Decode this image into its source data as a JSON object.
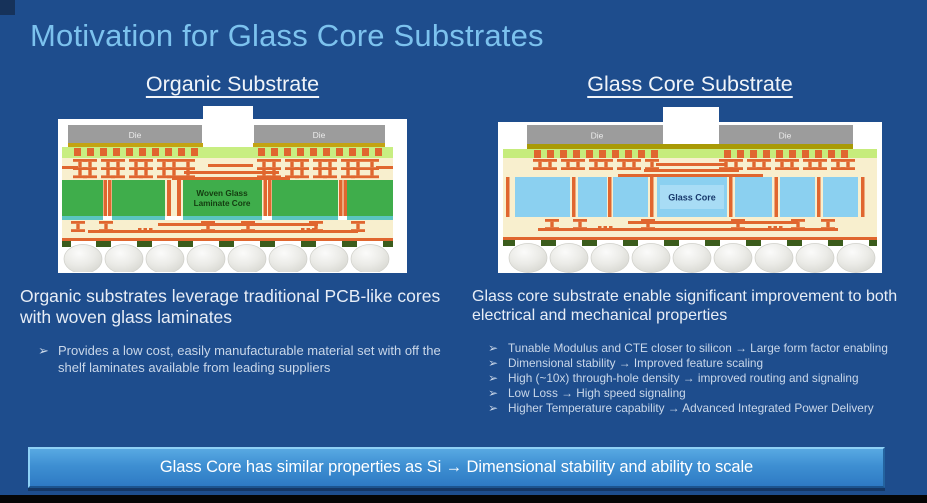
{
  "slide": {
    "title": "Motivation for Glass Core Substrates"
  },
  "left": {
    "heading": "Organic Substrate",
    "diagram": {
      "die_label": "Die",
      "core_label_line1": "Woven Glass",
      "core_label_line2": "Laminate Core"
    },
    "summary": "Organic substrates leverage traditional PCB-like cores with woven glass laminates",
    "bullet_marker": "➢",
    "bullets": [
      "Provides a low cost, easily manufacturable material set with off the shelf laminates available from leading suppliers"
    ]
  },
  "right": {
    "heading": "Glass Core Substrate",
    "diagram": {
      "die_label": "Die",
      "core_label": "Glass Core"
    },
    "summary": "Glass core substrate enable significant improvement to both electrical and mechanical properties",
    "bullet_marker": "➢",
    "bullets": [
      "Tunable Modulus and CTE closer to silicon → Large form factor enabling",
      "Dimensional stability → Improved feature scaling",
      "High (~10x) through-hole density → improved routing and signaling",
      "Low Loss → High speed signaling",
      "Higher Temperature capability → Advanced Integrated Power Delivery"
    ]
  },
  "banner": {
    "text": "Glass Core has similar properties as Si → Dimensional stability and ability to scale"
  },
  "colors": {
    "background": "#1e4d8d",
    "title": "#7cc2ee",
    "heading_text": "#f0f4f9",
    "body_text": "#e7edf6",
    "bullet_text": "#c9d7e9",
    "banner_fill": "#3e8fd2",
    "banner_highlight": "#8ed0f5",
    "trace_orange": "#e0662f",
    "buildup_cream": "#f8efce",
    "laminate_green": "#3fad4b",
    "glass_blue": "#8bd0f0",
    "solder_mask_green": "#3b5c1c",
    "die_gray": "#9c9c9c"
  }
}
